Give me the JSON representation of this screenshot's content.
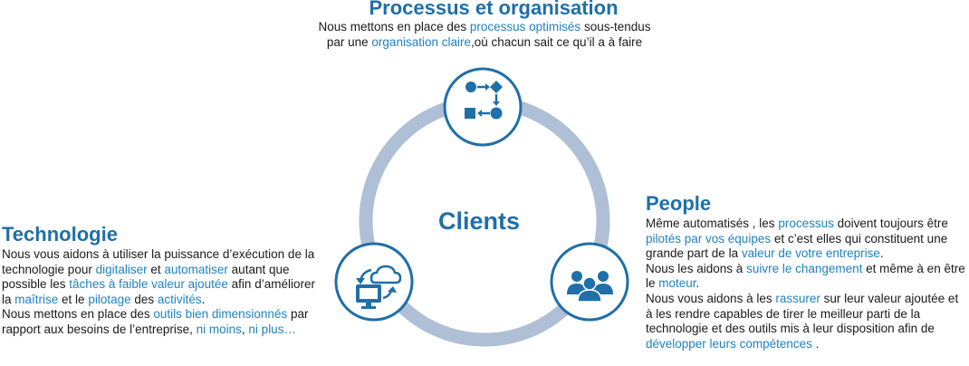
{
  "center": {
    "label": "Clients"
  },
  "colors": {
    "ring": "#aebfd6",
    "accent": "#1f6fa8",
    "highlight": "#1f82c0",
    "node_fill": "#ffffff"
  },
  "process": {
    "title": "Processus et organisation",
    "line1": [
      "Nous mettons en place des ",
      "processus optimisés",
      " sous-tendus"
    ],
    "line2": [
      "par une ",
      "organisation claire",
      ",où chacun sait ce qu’il a à faire"
    ],
    "icon": "process-flow-icon"
  },
  "technology": {
    "title": "Technologie",
    "para1": [
      "Nous vous aidons à utiliser la puissance d’exécution de la technologie pour ",
      "digitaliser",
      " et ",
      "automatiser",
      " autant que possible les ",
      "tâches à faible valeur ajoutée",
      " afin d’améliorer la ",
      "maîtrise",
      " et le ",
      "pilotage",
      " des ",
      "activités",
      "."
    ],
    "para2": [
      "Nous mettons en place des ",
      "outils bien dimensionnés",
      " par rapport aux besoins de l’entreprise, ",
      "ni moins",
      ", ",
      "ni plus…"
    ],
    "icon": "cloud-computer-sync-icon"
  },
  "people": {
    "title": "People",
    "para1": [
      "Même automatisés , les ",
      "processus",
      " doivent toujours être ",
      "pilotés par vos équipes",
      " et c’est elles qui constituent une grande part de la ",
      "valeur de votre entreprise",
      "."
    ],
    "para2": [
      "Nous les aidons à ",
      "suivre le changement",
      " et même à en être le ",
      "moteur",
      "."
    ],
    "para3": [
      "Nous vous aidons à les ",
      "rassurer",
      " sur leur valeur ajoutée et à les rendre capables de tirer le meilleur parti de la technologie et des outils mis à leur disposition afin de ",
      "développer leurs compétences",
      " ."
    ],
    "icon": "team-people-icon"
  }
}
